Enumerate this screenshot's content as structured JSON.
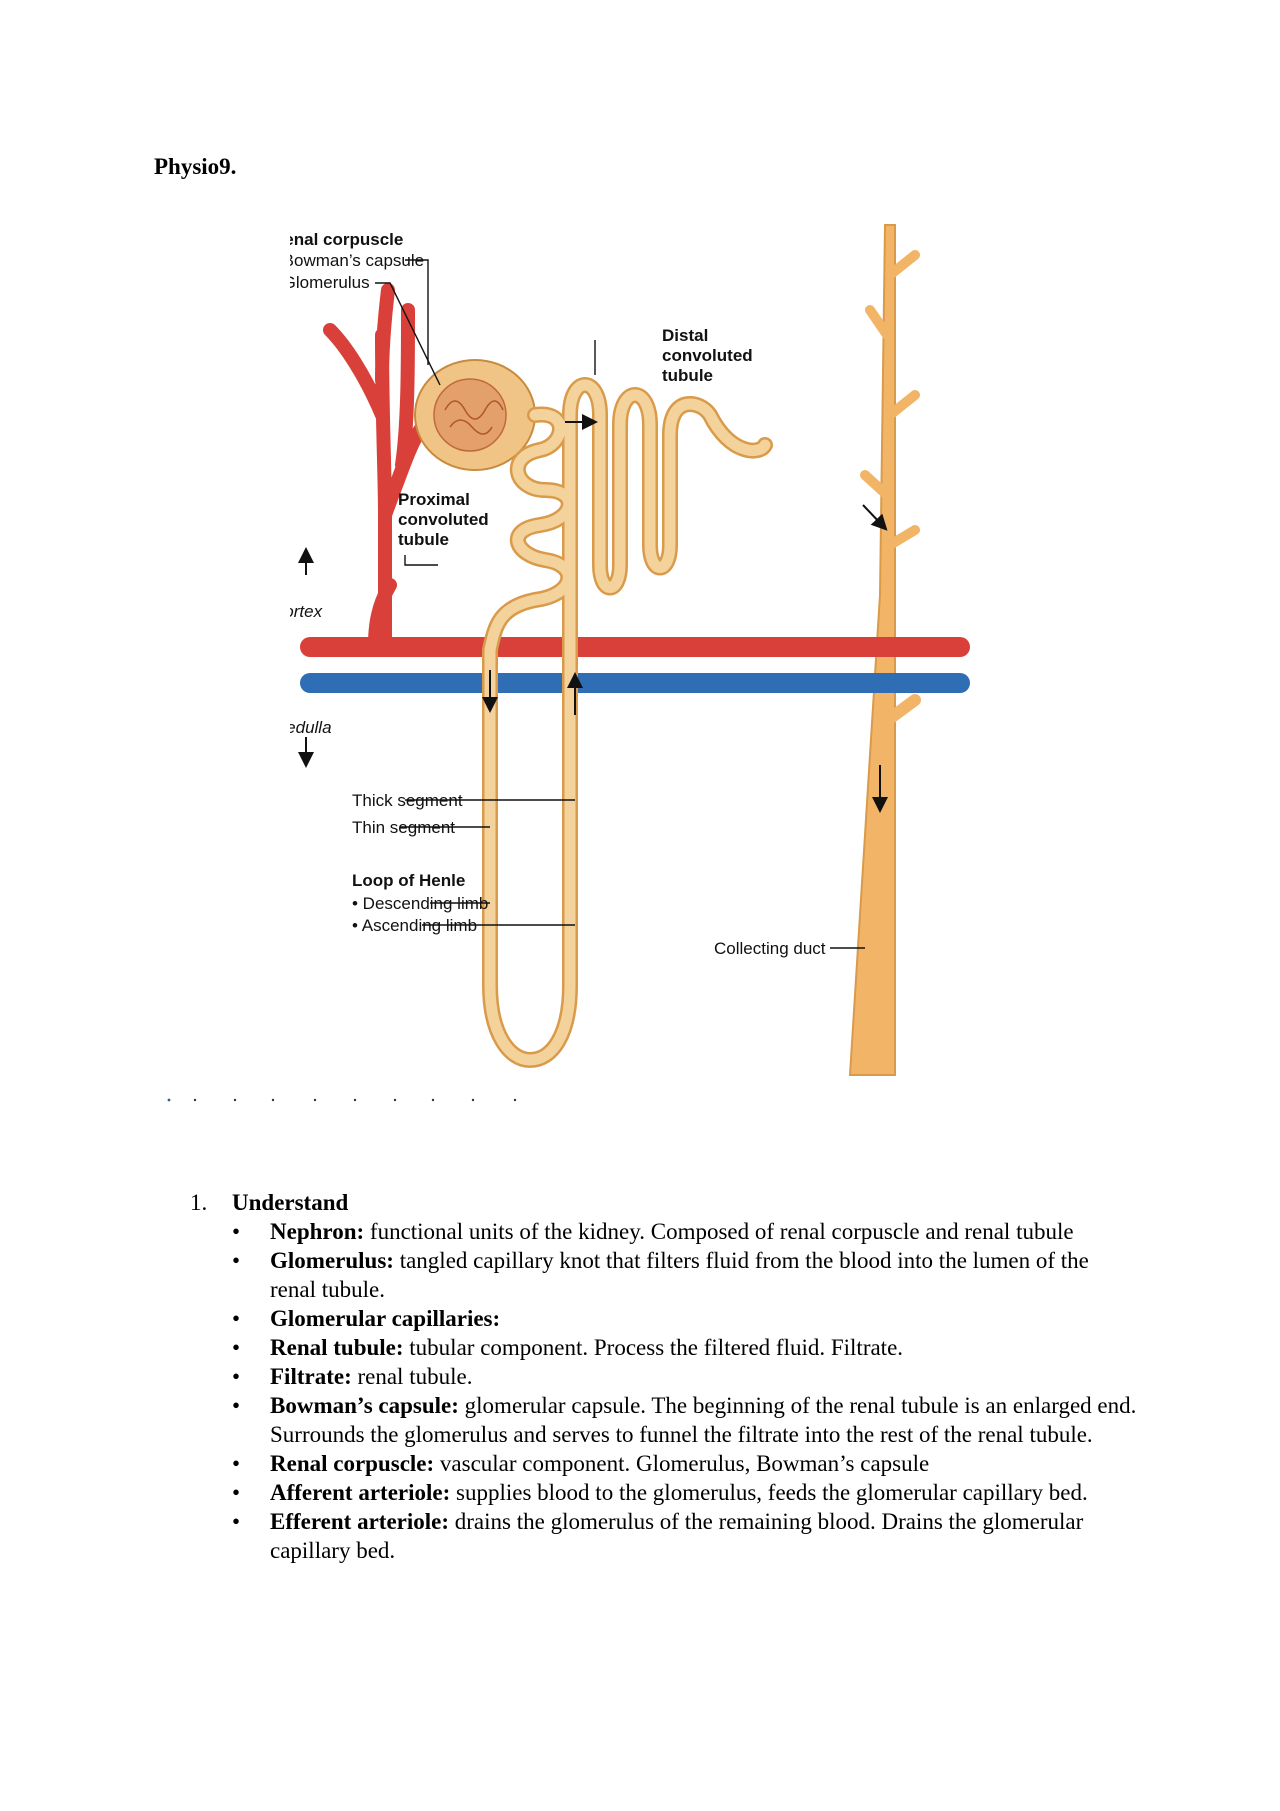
{
  "page_title": "Physio9.",
  "figure": {
    "renal_corpuscle": "Renal corpuscle",
    "bowmans_capsule": "• Bowman’s capsule",
    "glomerulus": "• Glomerulus",
    "distal_1": "Distal",
    "distal_2": "convoluted",
    "distal_3": "tubule",
    "proximal_1": "Proximal",
    "proximal_2": "convoluted",
    "proximal_3": "tubule",
    "cortex": "Cortex",
    "medulla": "Medulla",
    "thick_segment": "Thick segment",
    "thin_segment": "Thin segment",
    "loop_of_henle": "Loop of Henle",
    "descending_limb": "• Descending limb",
    "ascending_limb": "• Ascending limb",
    "collecting_duct": "Collecting duct",
    "colors": {
      "artery": "#d9403a",
      "vein": "#2f6db5",
      "tubule": "#f0c07a",
      "tubule_edge": "#d99a4a",
      "duct": "#f2b466"
    }
  },
  "section": {
    "number": "1.",
    "title": "Understand",
    "bullet": "•",
    "items": [
      {
        "term": "Nephron:",
        "text": " functional units of the kidney. Composed of renal corpuscle and renal tubule"
      },
      {
        "term": "Glomerulus:",
        "text": " tangled capillary knot that filters fluid from the blood into the lumen of the renal tubule."
      },
      {
        "term": "Glomerular capillaries:",
        "text": ""
      },
      {
        "term": "Renal tubule:",
        "text": " tubular component. Process the filtered fluid. Filtrate."
      },
      {
        "term": "Filtrate:",
        "text": " renal tubule."
      },
      {
        "term": "Bowman’s capsule:",
        "text": " glomerular capsule. The beginning of the renal tubule is an enlarged end. Surrounds the glomerulus and serves to funnel the filtrate into the rest of the renal tubule."
      },
      {
        "term": "Renal corpuscle:",
        "text": " vascular component. Glomerulus, Bowman’s capsule"
      },
      {
        "term": "Afferent arteriole:",
        "text": " supplies blood to the glomerulus, feeds the glomerular capillary bed."
      },
      {
        "term": "Efferent arteriole:",
        "text": " drains the glomerulus of the remaining blood. Drains the glomerular capillary bed."
      }
    ]
  }
}
